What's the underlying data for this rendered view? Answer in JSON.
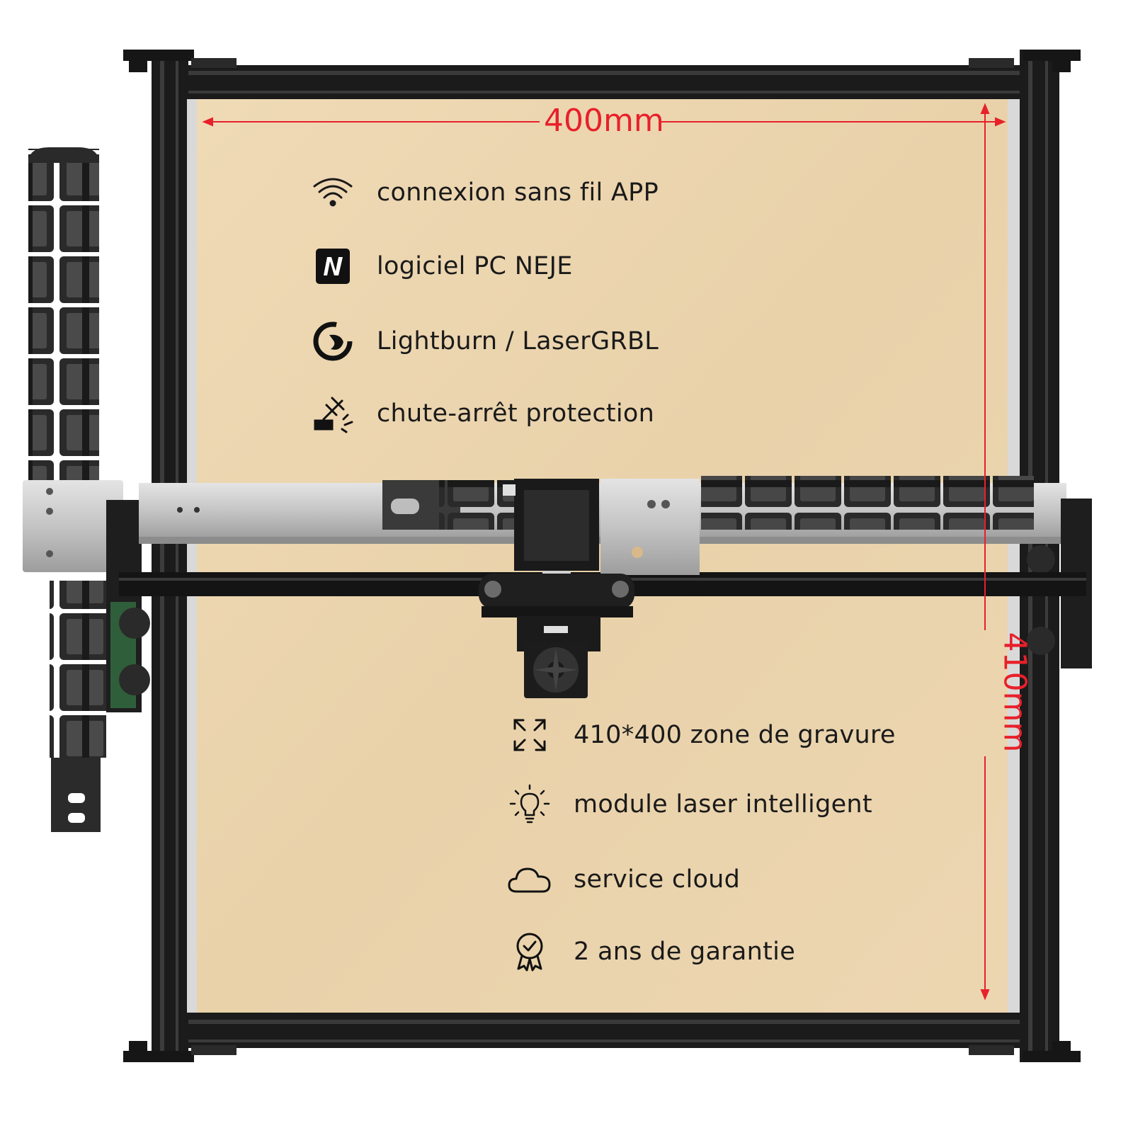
{
  "dimensions": {
    "width_label": "400mm",
    "height_label": "410mm"
  },
  "features_top": [
    {
      "icon": "wifi-icon",
      "label": "connexion sans fil APP"
    },
    {
      "icon": "neje-logo-icon",
      "label": "logiciel PC NEJE"
    },
    {
      "icon": "lightburn-logo-icon",
      "label": "Lightburn / LaserGRBL"
    },
    {
      "icon": "fall-protection-icon",
      "label": "chute-arrêt protection"
    }
  ],
  "features_bottom": [
    {
      "icon": "expand-icon",
      "label": "410*400 zone de gravure"
    },
    {
      "icon": "lightbulb-icon",
      "label": "module laser intelligent"
    },
    {
      "icon": "cloud-icon",
      "label": "service cloud"
    },
    {
      "icon": "warranty-badge-icon",
      "label": "2 ans de garantie"
    }
  ],
  "colors": {
    "wood": "#ecd6b0",
    "frame": "#1b1b1b",
    "rail": "#c9c9c9",
    "dimension": "#e8202a"
  }
}
